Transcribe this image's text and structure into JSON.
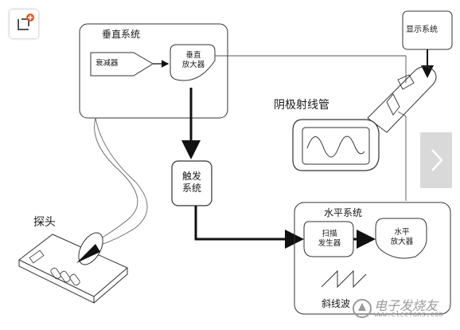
{
  "diagram": {
    "vertical_system": {
      "title": "垂直系统",
      "attenuator": "衰减器",
      "amp_line1": "垂直",
      "amp_line2": "放大器"
    },
    "display_system": "显示系统",
    "crt": "阴极射线管",
    "trigger": {
      "line1": "触发",
      "line2": "系统"
    },
    "probe": "探头",
    "horizontal_system": {
      "title": "水平系统",
      "sweep_line1": "扫描",
      "sweep_line2": "发生器",
      "amp_line1": "水平",
      "amp_line2": "放大器",
      "ramp": "斜线波"
    }
  },
  "watermark": {
    "text": "电子发烧友",
    "url": "www.elecfans.com"
  },
  "icons": {
    "crop": "crop-plus-icon",
    "next": "chevron-right-icon"
  },
  "colors": {
    "line": "#2a2a2a",
    "accent": "#e8541c",
    "nav": "#d9d9d9"
  }
}
